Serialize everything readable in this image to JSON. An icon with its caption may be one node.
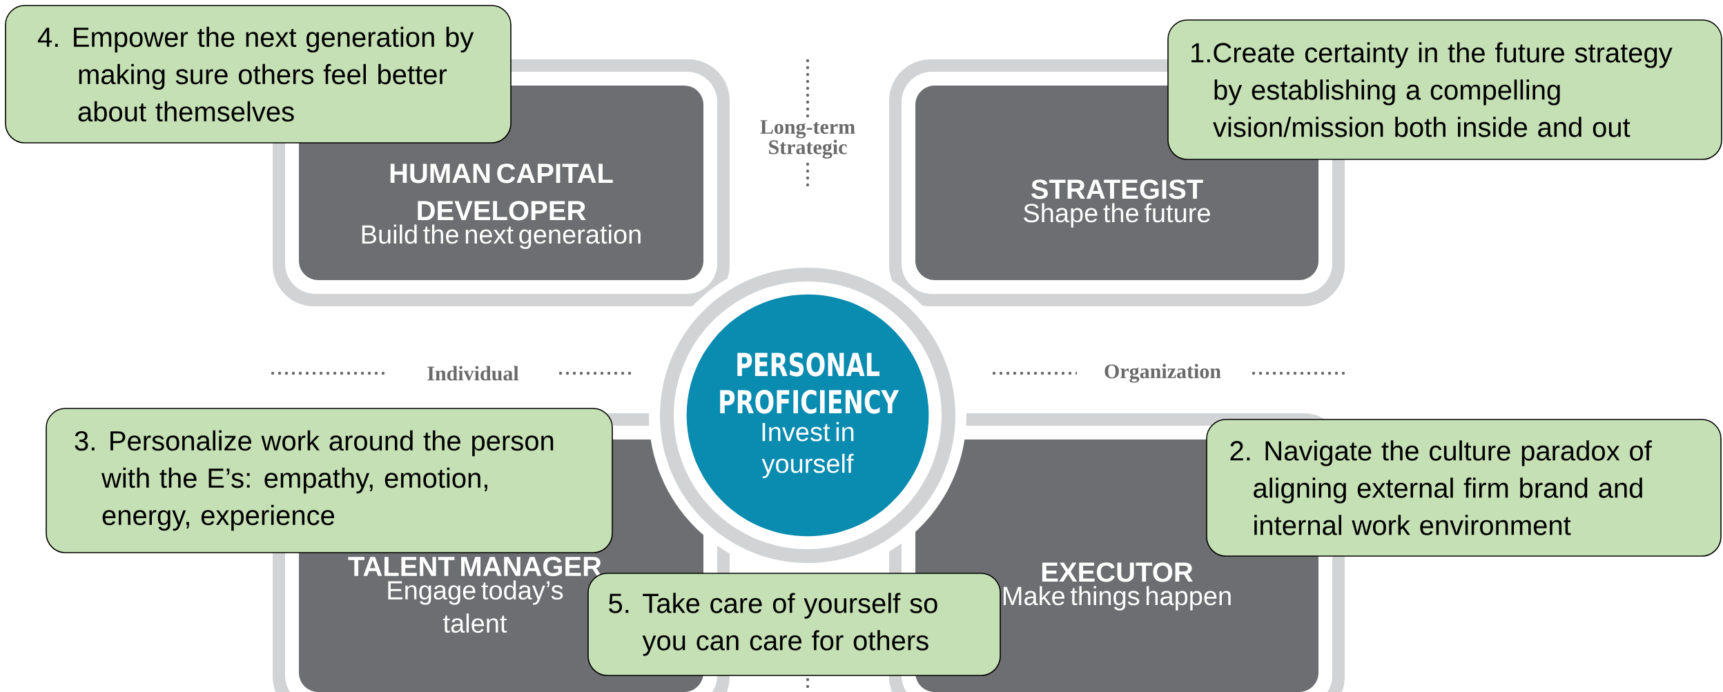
{
  "diagram": {
    "nodes": [
      {
        "text": [
          "4. Empower the next generation by making sure others feel better about themselves"
        ]
      },
      {
        "text": [
          "1.Create certainty in the future strategy by establishing a compelling vision/mission both inside and out"
        ]
      },
      {
        "text": [
          "HUMAN CAPITAL DEVELOPER",
          "Build the next generation"
        ]
      },
      {
        "text": [
          "STRATEGIST",
          "Shape the future"
        ]
      },
      {
        "text": [
          "PERSONAL PROFICIENCY",
          "Invest in yourself"
        ]
      },
      {
        "text": [
          "3. Personalize work around the person with the E’s: empathy, emotion, energy, experience"
        ]
      },
      {
        "text": [
          "2. Navigate the culture paradox of aligning external firm brand and internal work environment"
        ]
      },
      {
        "text": [
          "TALENT MANAGER",
          "Engage today’s talent"
        ]
      },
      {
        "text": [
          "EXECUTOR",
          "Make things happen"
        ]
      },
      {
        "text": [
          "5. Take care of yourself so you can care for others"
        ]
      }
    ],
    "labels": [
      "Long-term Strategic",
      "Individual",
      "Organization"
    ]
  }
}
